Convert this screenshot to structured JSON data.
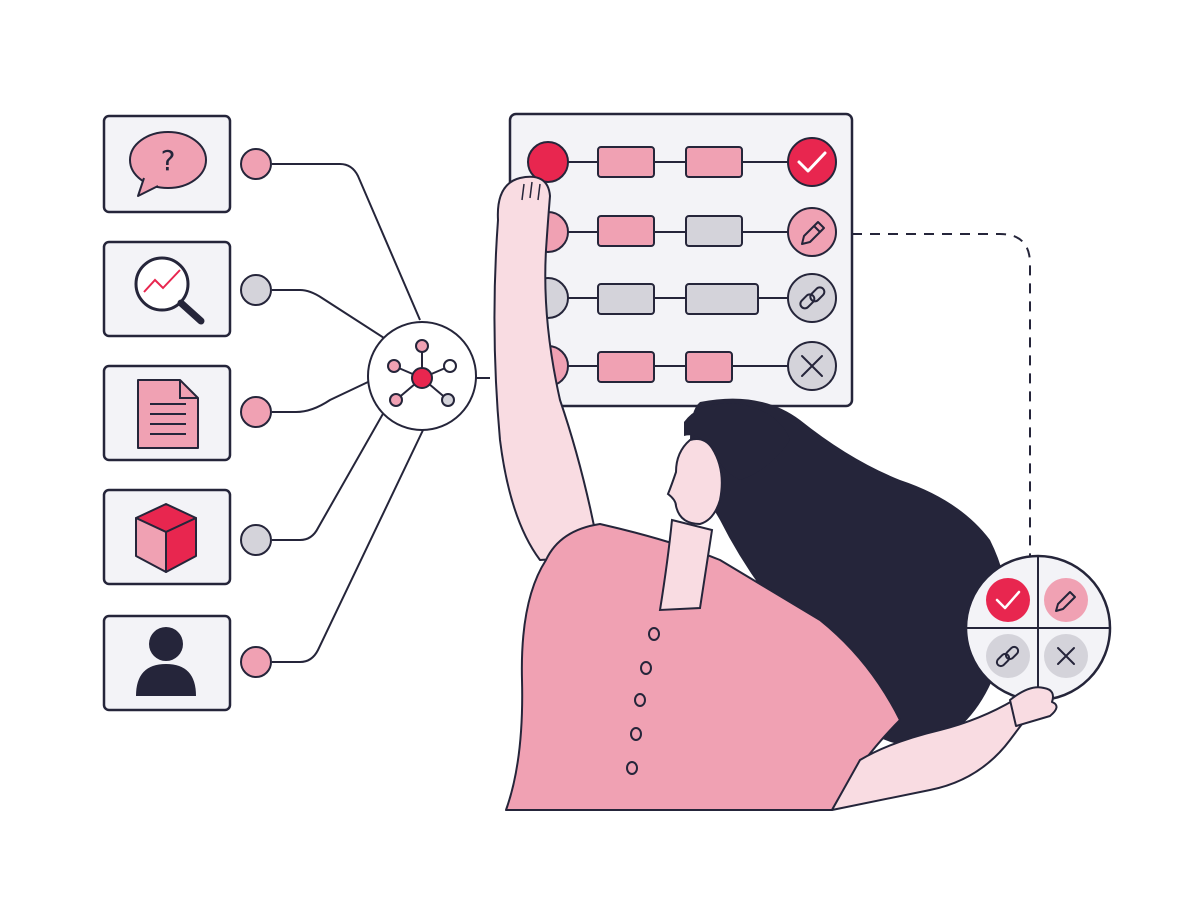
{
  "colors": {
    "ink": "#25253a",
    "pink": "#f0a1b3",
    "pink_light": "#f9dce2",
    "red": "#e8264f",
    "gray": "#d4d3da",
    "panel": "#f3f3f7",
    "white": "#ffffff"
  },
  "cards": [
    {
      "icon": "question-bubble-icon",
      "connector": "pink"
    },
    {
      "icon": "magnifier-chart-icon",
      "connector": "gray"
    },
    {
      "icon": "document-icon",
      "connector": "pink"
    },
    {
      "icon": "cube-icon",
      "connector": "gray"
    },
    {
      "icon": "user-icon",
      "connector": "pink"
    }
  ],
  "hub": {
    "icon": "network-hub-icon"
  },
  "board": {
    "rows": [
      {
        "start": "red",
        "blocks": [
          "pink",
          "pink"
        ],
        "action": "check-icon",
        "action_fill": "red"
      },
      {
        "start": "pink",
        "blocks": [
          "pink",
          "gray"
        ],
        "action": "pencil-icon",
        "action_fill": "pink"
      },
      {
        "start": "gray",
        "blocks": [
          "gray",
          "gray"
        ],
        "action": "link-icon",
        "action_fill": "gray"
      },
      {
        "start": "pink",
        "blocks": [
          "pink",
          "pink"
        ],
        "action": "close-icon",
        "action_fill": "gray"
      }
    ]
  },
  "selector": {
    "options": [
      "check-icon",
      "pencil-icon",
      "link-icon",
      "close-icon"
    ]
  },
  "question_glyph": "?"
}
